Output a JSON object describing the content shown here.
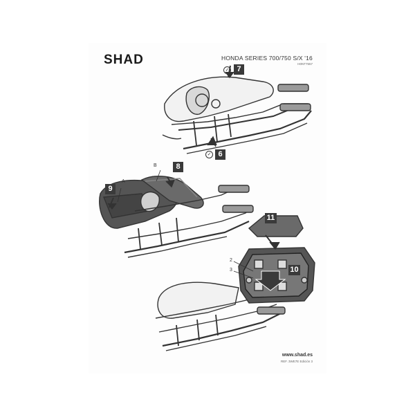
{
  "brand": {
    "logo": "SHAD"
  },
  "header": {
    "model": "HONDA SERIES 700/750 S/X '16",
    "code": "H0NT7557"
  },
  "steps": {
    "s6": "6",
    "s7": "7",
    "s8": "8",
    "s9": "9",
    "s10": "10",
    "s11": "11"
  },
  "part_labels": {
    "a": "A",
    "b": "B",
    "p2": "2",
    "p3": "3"
  },
  "check_glyph": "✓",
  "footer": {
    "website": "www.shad.es",
    "ref": "REF. 3WE7E Edición 3"
  }
}
